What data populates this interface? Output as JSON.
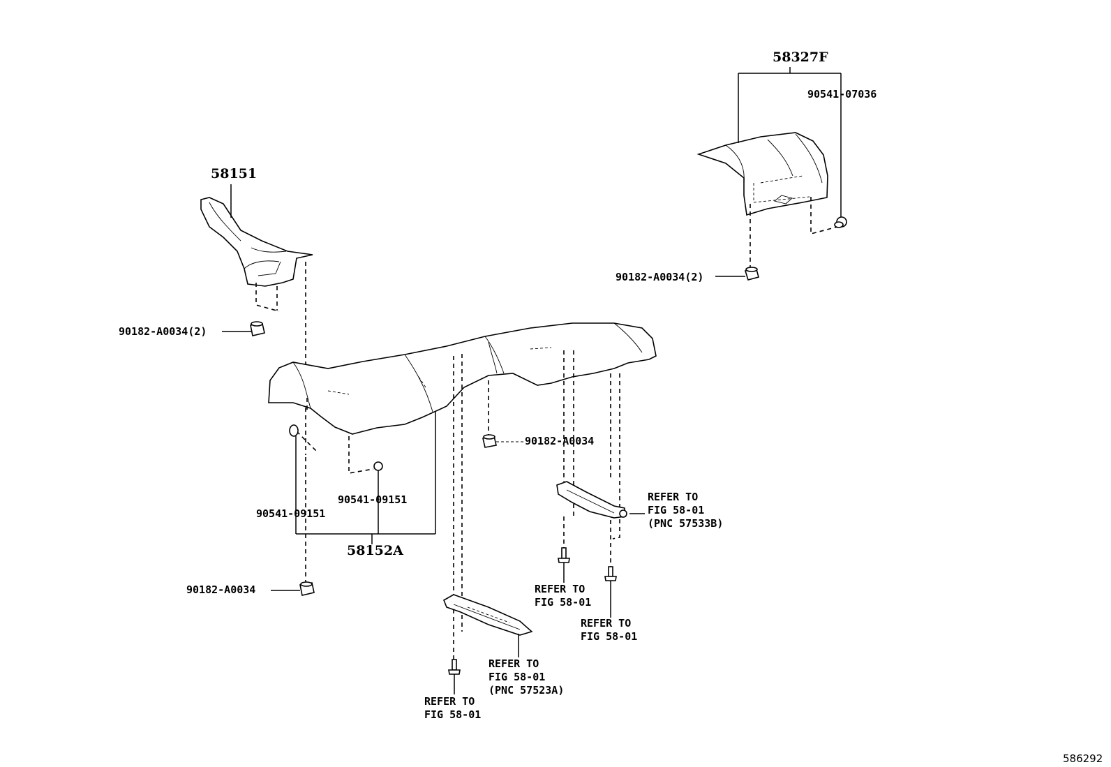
{
  "labels": {
    "p58327f": "58327F",
    "p90541_07036": "90541-07036",
    "p90182_top_right": "90182-A0034(2)",
    "p58151": "58151",
    "p90182_left": "90182-A0034(2)",
    "p90182_mid": "90182-A0034",
    "p90541_09151_a": "90541-09151",
    "p90541_09151_b": "90541-09151",
    "p58152a": "58152A",
    "p90182_bottom": "90182-A0034",
    "refer1": [
      "REFER TO",
      "FIG 58-01",
      "(PNC 57533B)"
    ],
    "refer2": [
      "REFER TO",
      "FIG 58-01"
    ],
    "refer3": [
      "REFER TO",
      "FIG 58-01"
    ],
    "refer4": [
      "REFER TO",
      "FIG 58-01",
      "(PNC 57523A)"
    ],
    "refer5": [
      "REFER TO",
      "FIG 58-01"
    ],
    "diagram_id": "586292"
  }
}
